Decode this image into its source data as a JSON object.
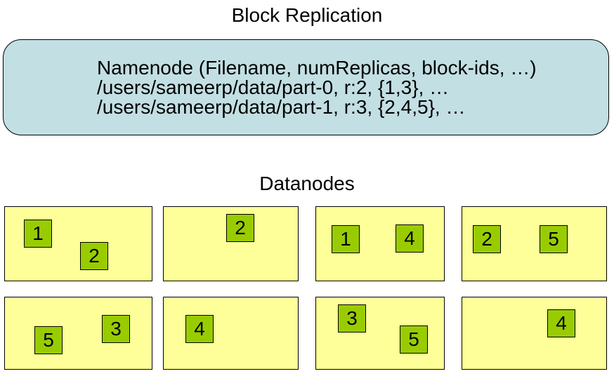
{
  "title": "Block Replication",
  "namenode": {
    "line1": "Namenode (Filename, numReplicas, block-ids, …)",
    "line2": "/users/sameerp/data/part-0, r:2, {1,3}, …",
    "line3": "/users/sameerp/data/part-1, r:3, {2,4,5}, …"
  },
  "datanodes_label": "Datanodes",
  "datanodes": [
    {
      "blocks": [
        "1",
        "2"
      ]
    },
    {
      "blocks": [
        "2"
      ]
    },
    {
      "blocks": [
        "1",
        "4"
      ]
    },
    {
      "blocks": [
        "2",
        "5"
      ]
    },
    {
      "blocks": [
        "5",
        "3"
      ]
    },
    {
      "blocks": [
        "4"
      ]
    },
    {
      "blocks": [
        "3",
        "5"
      ]
    },
    {
      "blocks": [
        "4"
      ]
    }
  ],
  "colors": {
    "namenode_fill": "#c2dfe3",
    "datanode_fill": "#ffff99",
    "block_fill": "#99cc00",
    "border": "#000000",
    "text": "#000000"
  }
}
